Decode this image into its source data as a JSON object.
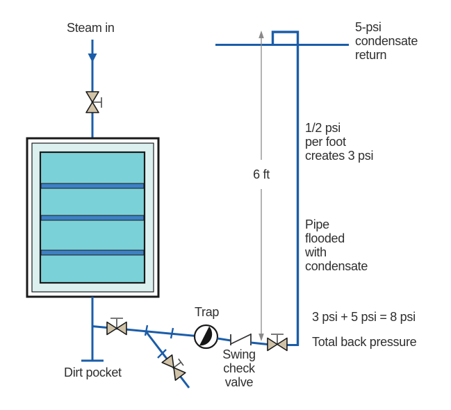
{
  "labels": {
    "steam_in": "Steam in",
    "condensate_return": "5-psi\ncondensate\nreturn",
    "psi_per_foot": "1/2 psi\nper foot\ncreates 3 psi",
    "six_ft": "6 ft",
    "pipe_flooded": "Pipe\nflooded\nwith\ncondensate",
    "pressure_sum": "3 psi + 5 psi = 8 psi",
    "total_back_pressure": "Total back pressure",
    "trap": "Trap",
    "swing_check_valve": "Swing\ncheck\nvalve",
    "dirt_pocket": "Dirt pocket"
  },
  "colors": {
    "pipe": "#1b5da8",
    "panel_teal": "#7bd1d8",
    "pale_teal": "#dcf0f0",
    "stripe_blue": "#3d80c4",
    "valve_tan": "#d1c3a8",
    "outline": "#1a1a1a",
    "dimension_gray": "#8a8a8a",
    "text": "#2e2e2e"
  }
}
